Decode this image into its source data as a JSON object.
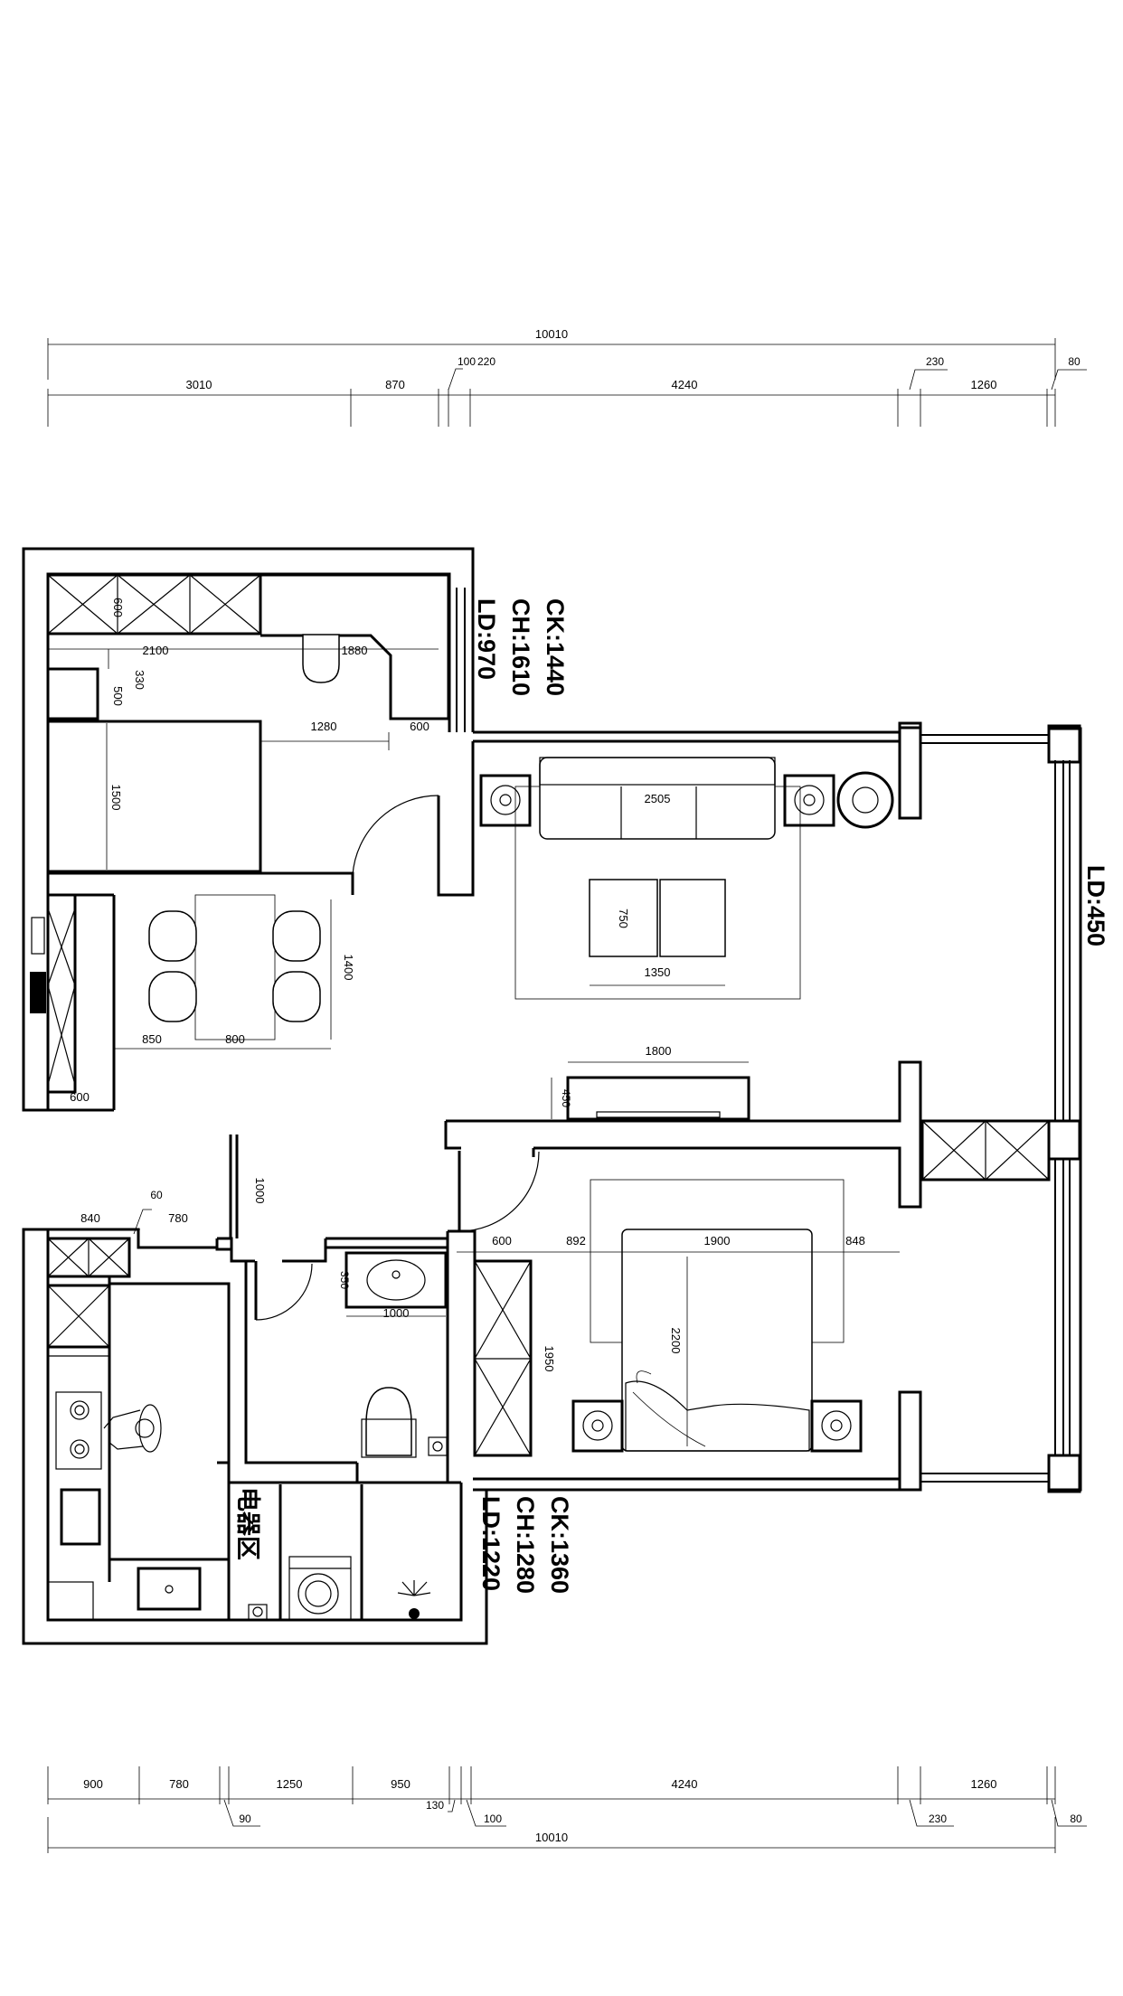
{
  "dimensions": {
    "top_total": "10010",
    "top_segments": [
      "3010",
      "870",
      "100",
      "220",
      "4240",
      "230",
      "1260",
      "80"
    ],
    "bottom_total": "10010",
    "bottom_segments": [
      "900",
      "780",
      "90",
      "1250",
      "950",
      "130",
      "100",
      "4240",
      "230",
      "1260",
      "80"
    ],
    "interior": {
      "cab_600": "600",
      "cab_2100": "2100",
      "cab_1880": "1880",
      "d330": "330",
      "d500": "500",
      "d1280": "1280",
      "d600b": "600",
      "d1500": "1500",
      "d1400": "1400",
      "d850": "850",
      "d800": "800",
      "d600c": "600",
      "sofa_2505": "2505",
      "table_750": "750",
      "table_1350": "1350",
      "tv_1800": "1800",
      "tv_450": "450",
      "d1000": "1000",
      "d840": "840",
      "d60": "60",
      "d780": "780",
      "d600d": "600",
      "d892": "892",
      "bed_1900": "1900",
      "d848": "848",
      "d350": "350",
      "sink_1000": "1000",
      "ward_1950": "1950",
      "bed_2200": "2200"
    }
  },
  "window_labels": {
    "upper": [
      "CK:1440",
      "CH:1610",
      "LD:970"
    ],
    "right": "LD:450",
    "lower": [
      "CK:1360",
      "CH:1280",
      "LD:1220"
    ]
  },
  "zone_label": "电器区"
}
